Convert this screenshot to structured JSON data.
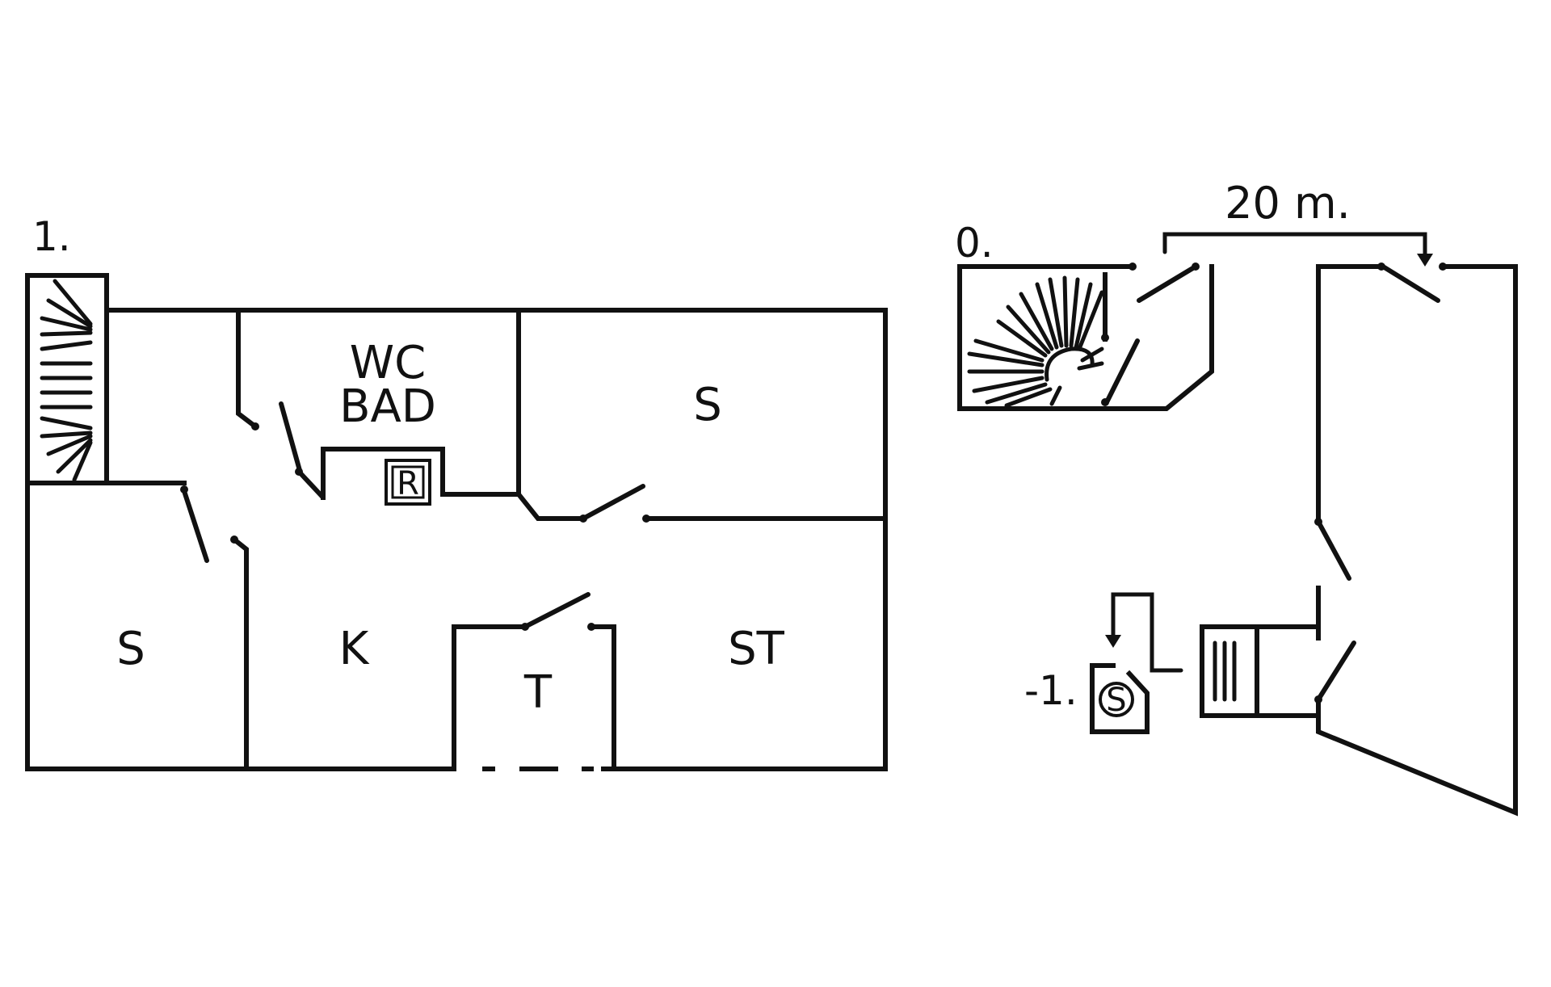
{
  "floors": {
    "first": {
      "level": "1.",
      "rooms": {
        "wc_bad_line1": "WC",
        "wc_bad_line2": "BAD",
        "sleeping_top": "S",
        "sleeping_left": "S",
        "kitchen": "K",
        "terrace": "T",
        "living": "ST",
        "radiator": "R"
      }
    },
    "ground": {
      "level": "0.",
      "distance": "20 m."
    },
    "basement": {
      "level": "-1.",
      "sauna": "S"
    }
  }
}
